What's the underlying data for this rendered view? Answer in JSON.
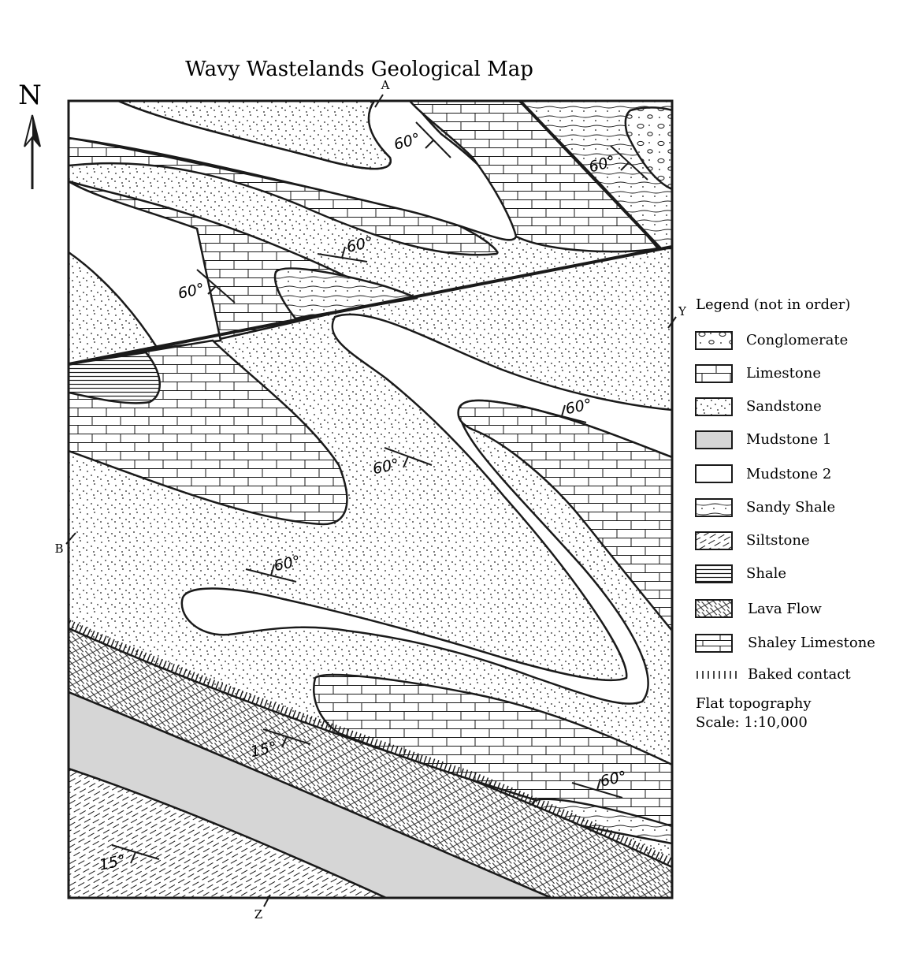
{
  "map": {
    "title": "Wavy Wastelands Geological Map",
    "north_label": "N",
    "cross_section_labels": [
      "A",
      "B",
      "Y",
      "Z"
    ],
    "dip_labels": [
      "60°",
      "60°",
      "60°",
      "60°",
      "60°",
      "60°",
      "60°",
      "60°",
      "15°",
      "15°"
    ],
    "dips": [
      60,
      60,
      60,
      60,
      60,
      60,
      60,
      60,
      15,
      15
    ]
  },
  "legend": {
    "title": "Legend (not in order)",
    "items": [
      {
        "label": "Conglomerate",
        "pattern": "conglomerate"
      },
      {
        "label": "Limestone",
        "pattern": "limestone"
      },
      {
        "label": "Sandstone",
        "pattern": "sandstone"
      },
      {
        "label": "Mudstone 1",
        "pattern": "mudstone1"
      },
      {
        "label": "Mudstone 2",
        "pattern": "mudstone2"
      },
      {
        "label": "Sandy Shale",
        "pattern": "sandy-shale"
      },
      {
        "label": "Siltstone",
        "pattern": "siltstone"
      },
      {
        "label": "Shale",
        "pattern": "shale"
      },
      {
        "label": "Lava Flow",
        "pattern": "lava-flow"
      },
      {
        "label": "Shaley Limestone",
        "pattern": "shaley-limestone"
      }
    ],
    "baked_contact_label": "Baked contact",
    "topography_note": "Flat topography",
    "scale_note": "Scale: 1:10,000"
  },
  "colors": {
    "ink": "#1a1a1a",
    "mudstone1_fill": "#d6d6d6",
    "paper": "#ffffff"
  }
}
